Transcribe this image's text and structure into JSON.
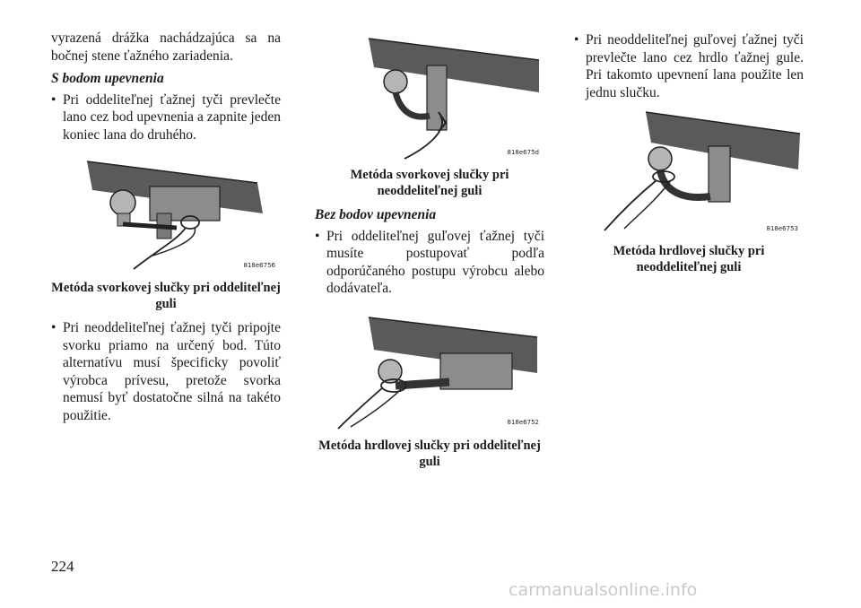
{
  "page_number": "224",
  "watermark": "carmanualsonline.info",
  "col1": {
    "intro": "vyrazená drážka nachádzajúca sa na bočnej stene ťažného zariadenia.",
    "heading": "S bodom upevnenia",
    "bullet1": "Pri oddeliteľnej ťažnej tyči prevlečte lano cez bod upevnenia a zapnite jeden koniec lana do druhého.",
    "figure_code": "818e6756",
    "caption": "Metóda svorkovej slučky pri oddeliteľnej guli",
    "bullet2": "Pri neoddeliteľnej ťažnej tyči pripojte svorku priamo na určený bod. Túto alternatívu musí špecificky povoliť výrobca prívesu, pretože svorka nemusí byť dostatočne silná na takéto použitie."
  },
  "col2": {
    "figure1_code": "818e675d",
    "caption1": "Metóda svorkovej slučky pri neoddeliteľnej guli",
    "heading": "Bez bodov upevnenia",
    "bullet": "Pri oddeliteľnej guľovej ťažnej tyči musíte postupovať podľa odporúčaného postupu výrobcu alebo dodávateľa.",
    "figure2_code": "818e6752",
    "caption2": "Metóda hrdlovej slučky pri oddeliteľnej guli"
  },
  "col3": {
    "bullet": "Pri neoddeliteľnej guľovej ťažnej tyči prevlečte lano cez hrdlo ťažnej gule. Pri takomto upevnení lana použite len jednu slučku.",
    "figure_code": "818e6753",
    "caption": "Metóda hrdlovej slučky pri neoddeliteľnej guli"
  }
}
